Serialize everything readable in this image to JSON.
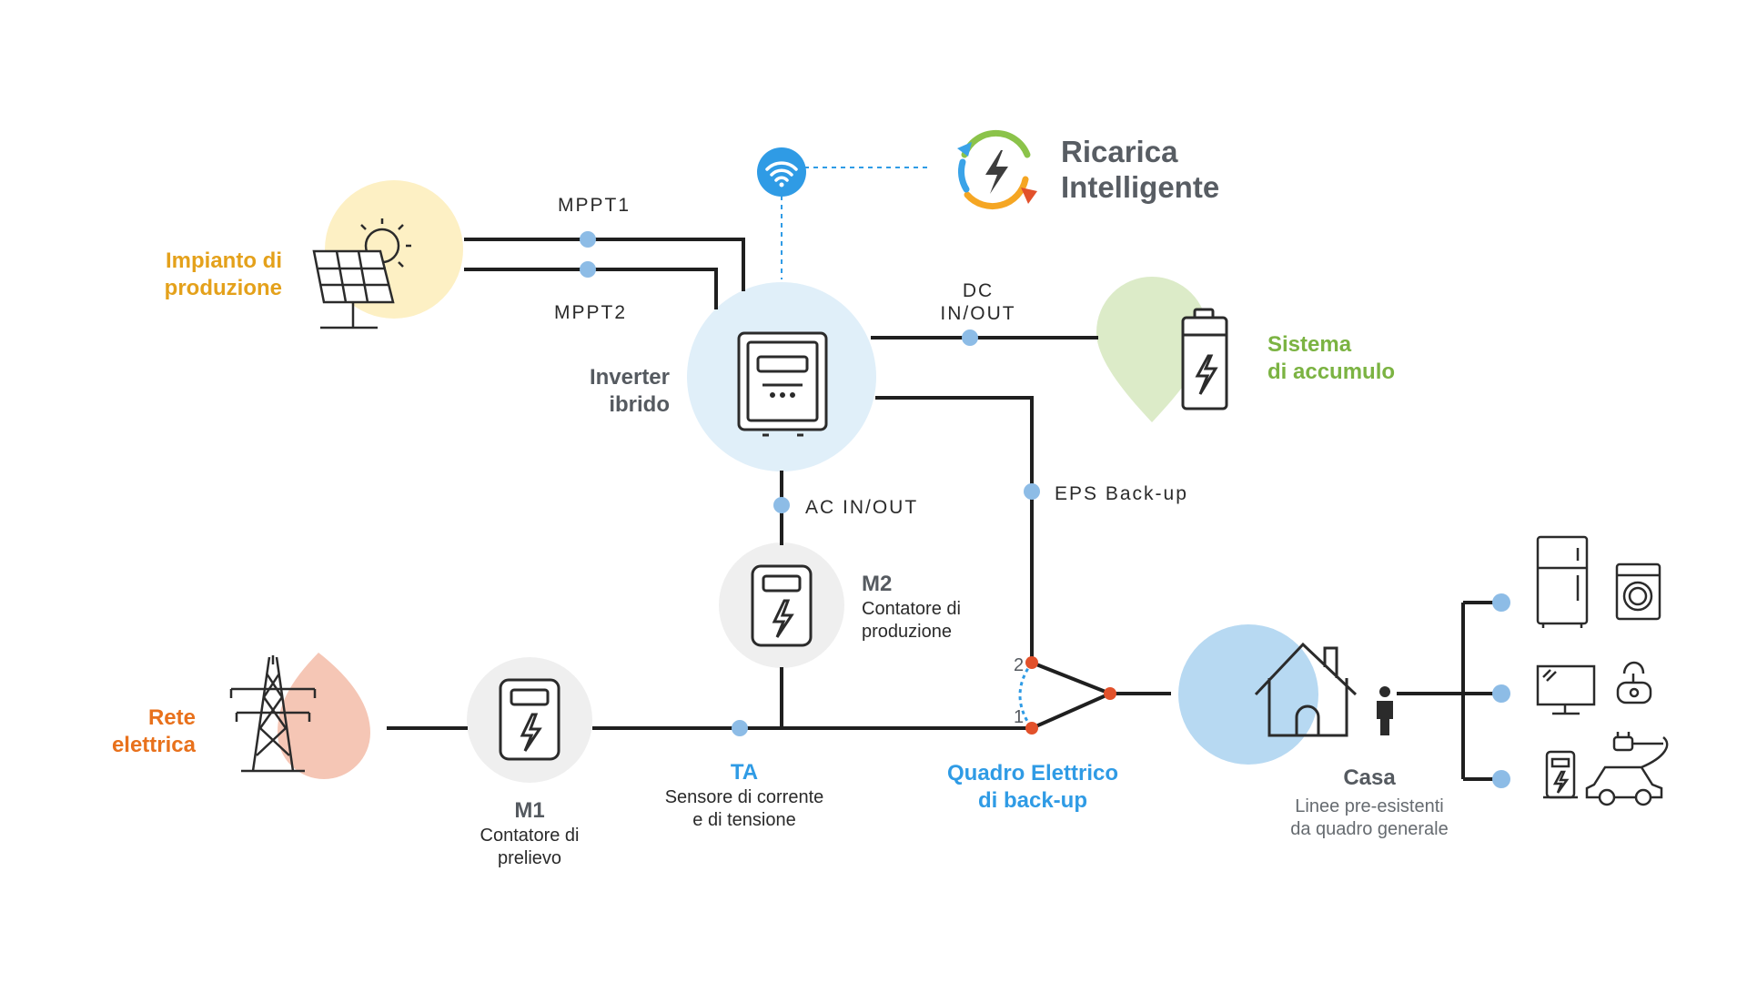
{
  "ricarica": {
    "line1": "Ricarica",
    "line2": "Intelligente"
  },
  "impianto": {
    "line1": "Impianto di",
    "line2": "produzione"
  },
  "mppt1": "MPPT1",
  "mppt2": "MPPT2",
  "inverter": {
    "line1": "Inverter",
    "line2": "ibrido"
  },
  "dc": {
    "line1": "DC",
    "line2": "IN/OUT"
  },
  "sistema": {
    "line1": "Sistema",
    "line2": "di accumulo"
  },
  "ac": "AC IN/OUT",
  "eps": "EPS Back-up",
  "m2": {
    "name": "M2",
    "line1": "Contatore di",
    "line2": "produzione"
  },
  "rete": {
    "line1": "Rete",
    "line2": "elettrica"
  },
  "m1": {
    "name": "M1",
    "line1": "Contatore di",
    "line2": "prelievo"
  },
  "ta": {
    "name": "TA",
    "line1": "Sensore di corrente",
    "line2": "e di tensione"
  },
  "quadro": {
    "line1": "Quadro Elettrico",
    "line2": "di back-up",
    "in2": "2",
    "in1": "1"
  },
  "casa": {
    "name": "Casa",
    "line1": "Linee pre-esistenti",
    "line2": "da quadro generale"
  },
  "colors": {
    "line": "#1f1f1f",
    "node": "#8dbce6",
    "switch_node": "#e2512b",
    "wifi": "#2f9be5",
    "inverter_bg": "#e0eff9",
    "meter_bg": "#efefef",
    "sun_bg": "#fdf0c4",
    "battery_bg": "#dcebc8",
    "grid_bg": "#f5c6b5",
    "house_bg": "#b7d9f2"
  },
  "icons": [
    "wifi-icon",
    "smart-charge-icon",
    "solar-panel-icon",
    "inverter-icon",
    "battery-icon",
    "meter-icon",
    "pylon-icon",
    "house-icon",
    "person-icon",
    "fridge-icon",
    "washing-machine-icon",
    "tv-icon",
    "vacuum-icon",
    "ev-charger-icon",
    "electric-car-icon"
  ]
}
